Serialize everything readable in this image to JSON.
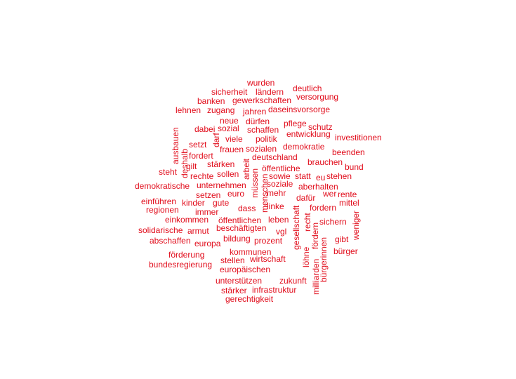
{
  "color": "#e10b1a",
  "words": [
    {
      "text": "wurden"
    },
    {
      "text": "deutlich"
    },
    {
      "text": "sicherheit"
    },
    {
      "text": "ländern"
    },
    {
      "text": "versorgung"
    },
    {
      "text": "banken"
    },
    {
      "text": "gewerkschaften"
    },
    {
      "text": "lehnen"
    },
    {
      "text": "zugang"
    },
    {
      "text": "jahren"
    },
    {
      "text": "daseinsvorsorge"
    },
    {
      "text": "neue"
    },
    {
      "text": "dürfen"
    },
    {
      "text": "pflege"
    },
    {
      "text": "schutz"
    },
    {
      "text": "dabei"
    },
    {
      "text": "sozial"
    },
    {
      "text": "schaffen"
    },
    {
      "text": "entwicklung"
    },
    {
      "text": "investitionen"
    },
    {
      "text": "viele"
    },
    {
      "text": "politik"
    },
    {
      "text": "setzt"
    },
    {
      "text": "frauen"
    },
    {
      "text": "sozialen"
    },
    {
      "text": "demokratie"
    },
    {
      "text": "beenden"
    },
    {
      "text": "fordert"
    },
    {
      "text": "deutschland"
    },
    {
      "text": "brauchen"
    },
    {
      "text": "gilt"
    },
    {
      "text": "stärken"
    },
    {
      "text": "öffentliche"
    },
    {
      "text": "bund"
    },
    {
      "text": "steht"
    },
    {
      "text": "rechte"
    },
    {
      "text": "sollen"
    },
    {
      "text": "sowie"
    },
    {
      "text": "statt"
    },
    {
      "text": "eu"
    },
    {
      "text": "stehen"
    },
    {
      "text": "demokratische"
    },
    {
      "text": "unternehmen"
    },
    {
      "text": "soziale"
    },
    {
      "text": "aberhalten"
    },
    {
      "text": "setzen"
    },
    {
      "text": "euro"
    },
    {
      "text": "mehr"
    },
    {
      "text": "wer"
    },
    {
      "text": "rente"
    },
    {
      "text": "dafür"
    },
    {
      "text": "einführen"
    },
    {
      "text": "kinder"
    },
    {
      "text": "gute"
    },
    {
      "text": "mittel"
    },
    {
      "text": "linke"
    },
    {
      "text": "regionen"
    },
    {
      "text": "immer"
    },
    {
      "text": "dass"
    },
    {
      "text": "fordern"
    },
    {
      "text": "einkommen"
    },
    {
      "text": "öffentlichen"
    },
    {
      "text": "leben"
    },
    {
      "text": "sichern"
    },
    {
      "text": "solidarische"
    },
    {
      "text": "armut"
    },
    {
      "text": "beschäftigten"
    },
    {
      "text": "vgl"
    },
    {
      "text": "abschaffen"
    },
    {
      "text": "europa"
    },
    {
      "text": "bildung"
    },
    {
      "text": "prozent"
    },
    {
      "text": "gibt"
    },
    {
      "text": "kommunen"
    },
    {
      "text": "bürger"
    },
    {
      "text": "förderung"
    },
    {
      "text": "stellen"
    },
    {
      "text": "wirtschaft"
    },
    {
      "text": "bundesregierung"
    },
    {
      "text": "europäischen"
    },
    {
      "text": "unterstützen"
    },
    {
      "text": "zukunft"
    },
    {
      "text": "stärker"
    },
    {
      "text": "infrastruktur"
    },
    {
      "text": "gerechtigkeit"
    },
    {
      "text": "ausbauen"
    },
    {
      "text": "deshalb"
    },
    {
      "text": "darf"
    },
    {
      "text": "arbeit"
    },
    {
      "text": "müssen"
    },
    {
      "text": "menschen"
    },
    {
      "text": "gesellschaft"
    },
    {
      "text": "recht"
    },
    {
      "text": "fördern"
    },
    {
      "text": "löhne"
    },
    {
      "text": "milliarden"
    },
    {
      "text": "bürgerinnen"
    },
    {
      "text": "weniger"
    }
  ]
}
